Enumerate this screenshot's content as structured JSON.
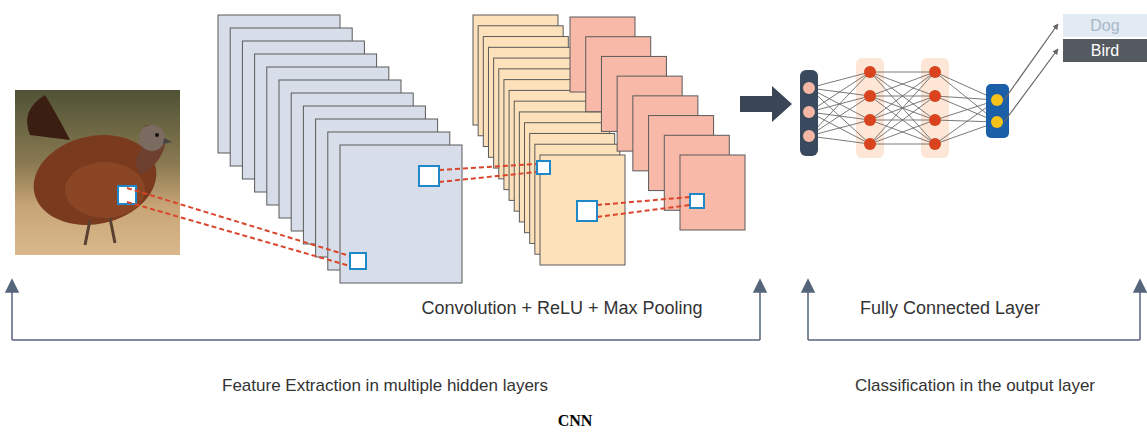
{
  "diagram": {
    "caption": "CNN",
    "nodes": [
      {
        "text": [
          "Dog"
        ]
      },
      {
        "text": [
          "Bird"
        ]
      }
    ],
    "labels": [
      "Convolution + ReLU + Max Pooling",
      "Fully Connected Layer",
      "Feature Extraction in multiple hidden layers",
      "Classification in the output layer"
    ]
  }
}
